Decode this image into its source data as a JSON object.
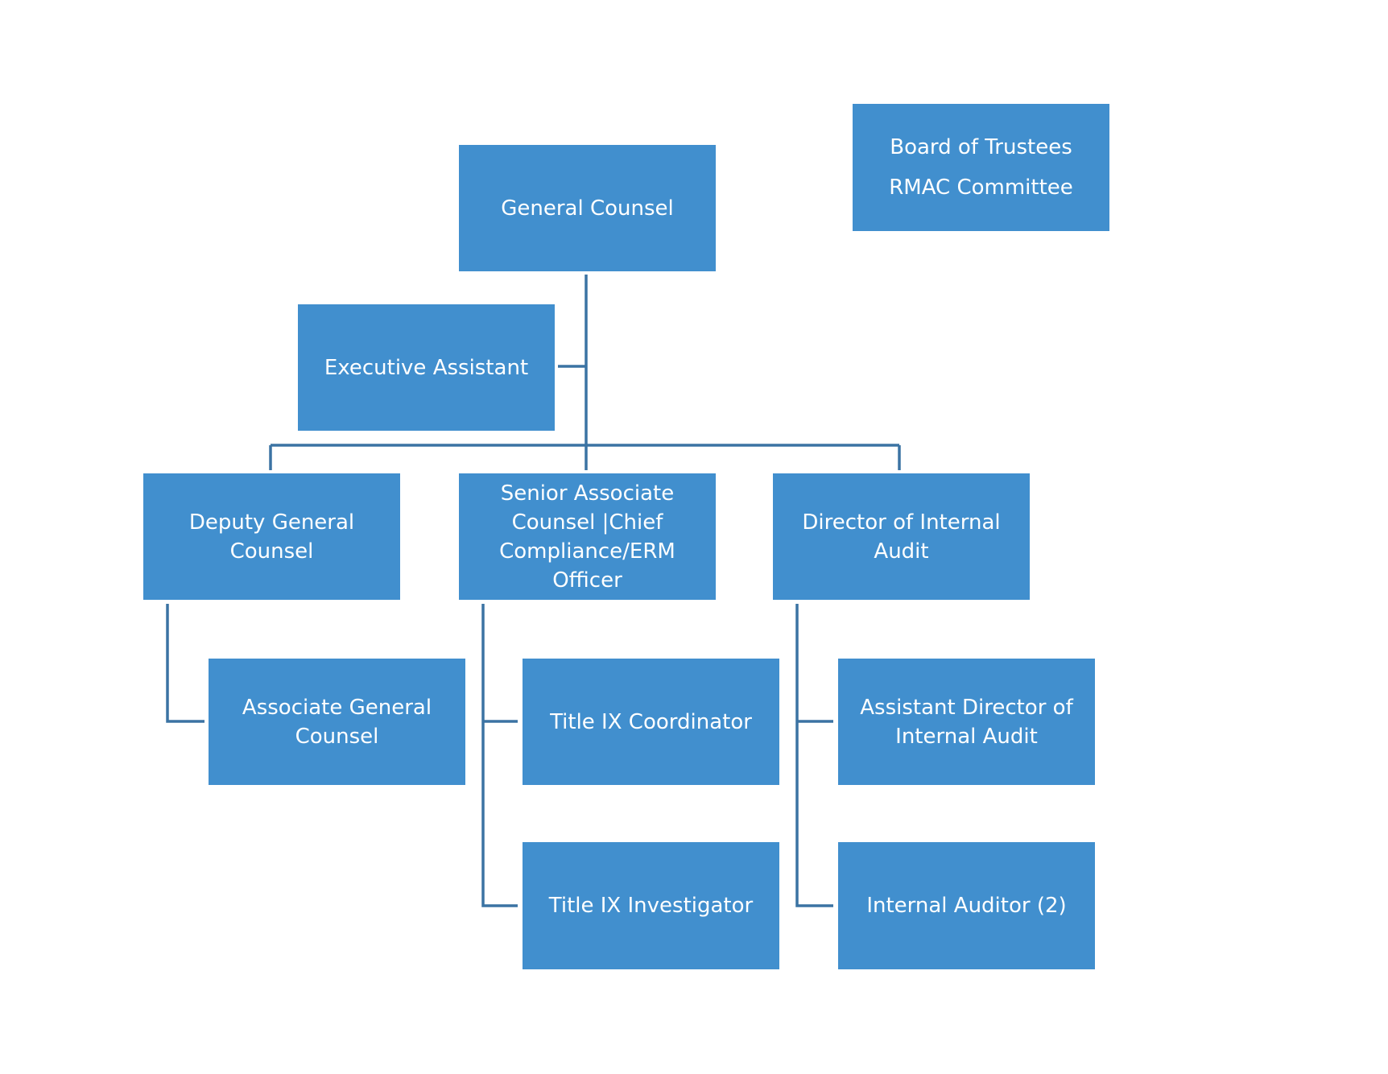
{
  "nodes": {
    "general_counsel": {
      "lines": [
        "General Counsel"
      ]
    },
    "board_rmac": {
      "lines": [
        "Board of Trustees",
        "RMAC Committee"
      ]
    },
    "executive_assistant": {
      "lines": [
        "Executive Assistant"
      ]
    },
    "deputy_general_counsel": {
      "lines": [
        "Deputy General",
        "Counsel"
      ]
    },
    "senior_associate_counsel": {
      "lines": [
        "Senior Associate",
        "Counsel  |Chief",
        "Compliance/ERM",
        "Officer"
      ]
    },
    "director_internal_audit": {
      "lines": [
        "Director of Internal",
        "Audit"
      ]
    },
    "associate_general_counsel": {
      "lines": [
        "Associate General",
        "Counsel"
      ]
    },
    "title_ix_coordinator": {
      "lines": [
        "Title IX Coordinator"
      ]
    },
    "title_ix_investigator": {
      "lines": [
        "Title IX Investigator"
      ]
    },
    "assistant_director_internal_audit": {
      "lines": [
        "Assistant Director of",
        "Internal Audit"
      ]
    },
    "internal_auditor": {
      "lines": [
        "Internal Auditor (2)"
      ]
    }
  },
  "colors": {
    "box_fill": "#418FCE",
    "box_text": "#FFFFFF",
    "connector": "#3B73A3"
  }
}
